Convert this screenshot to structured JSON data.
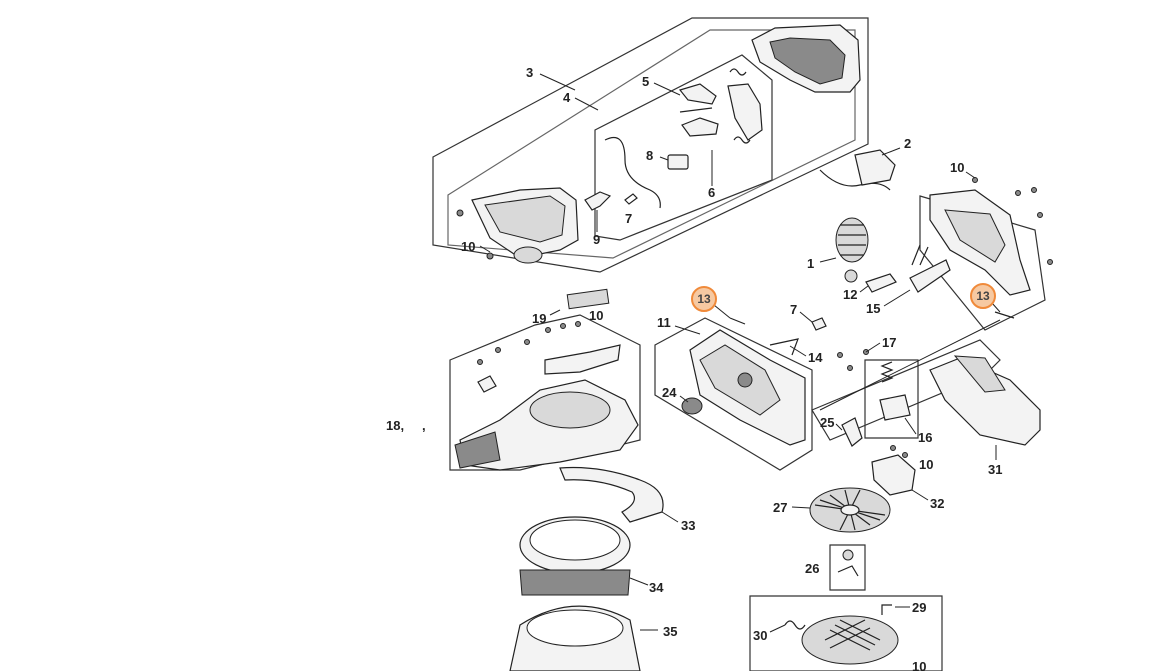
{
  "callouts": [
    {
      "id": "3",
      "label": "3"
    },
    {
      "id": "4",
      "label": "4"
    },
    {
      "id": "5",
      "label": "5"
    },
    {
      "id": "8",
      "label": "8"
    },
    {
      "id": "6",
      "label": "6"
    },
    {
      "id": "7a",
      "label": "7"
    },
    {
      "id": "9",
      "label": "9"
    },
    {
      "id": "10a",
      "label": "10"
    },
    {
      "id": "2",
      "label": "2"
    },
    {
      "id": "10b",
      "label": "10"
    },
    {
      "id": "1",
      "label": "1"
    },
    {
      "id": "12",
      "label": "12"
    },
    {
      "id": "15",
      "label": "15"
    },
    {
      "id": "7b",
      "label": "7"
    },
    {
      "id": "11",
      "label": "11"
    },
    {
      "id": "14",
      "label": "14"
    },
    {
      "id": "17",
      "label": "17"
    },
    {
      "id": "24",
      "label": "24"
    },
    {
      "id": "19",
      "label": "19"
    },
    {
      "id": "10c",
      "label": "10"
    },
    {
      "id": "18",
      "label": "18,"
    },
    {
      "id": "comma",
      "label": ","
    },
    {
      "id": "25",
      "label": "25"
    },
    {
      "id": "16",
      "label": "16"
    },
    {
      "id": "10d",
      "label": "10"
    },
    {
      "id": "31",
      "label": "31"
    },
    {
      "id": "32",
      "label": "32"
    },
    {
      "id": "27",
      "label": "27"
    },
    {
      "id": "33",
      "label": "33"
    },
    {
      "id": "26",
      "label": "26"
    },
    {
      "id": "34",
      "label": "34"
    },
    {
      "id": "29",
      "label": "29"
    },
    {
      "id": "30",
      "label": "30"
    },
    {
      "id": "35",
      "label": "35"
    },
    {
      "id": "10e",
      "label": "10"
    }
  ],
  "highlighted_callouts": [
    {
      "id": "13a",
      "label": "13"
    },
    {
      "id": "13b",
      "label": "13"
    }
  ],
  "colors": {
    "highlight_fill": "#f6c9a2",
    "highlight_stroke": "#f08a3a",
    "line": "#222222"
  }
}
